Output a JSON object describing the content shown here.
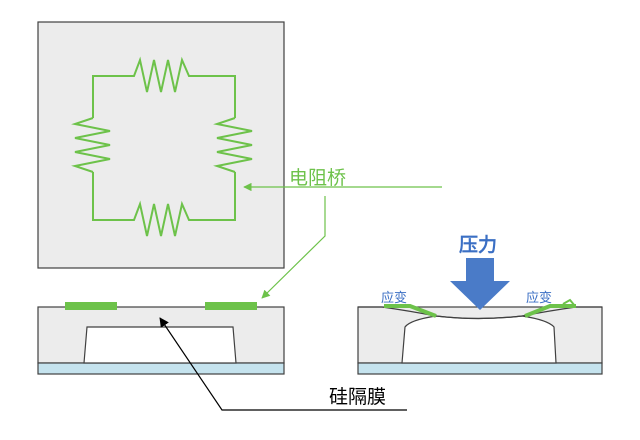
{
  "labels": {
    "resistor_bridge": "电阻桥",
    "pressure": "压力",
    "strain_left": "应变",
    "strain_right": "应变",
    "silicon_diaphragm": "硅隔膜"
  },
  "colors": {
    "resistor_green": "#6dc24a",
    "substrate_gray": "#ececec",
    "base_blue": "#c5e3ee",
    "arrow_blue": "#4a7bc8",
    "outline": "#404040"
  }
}
